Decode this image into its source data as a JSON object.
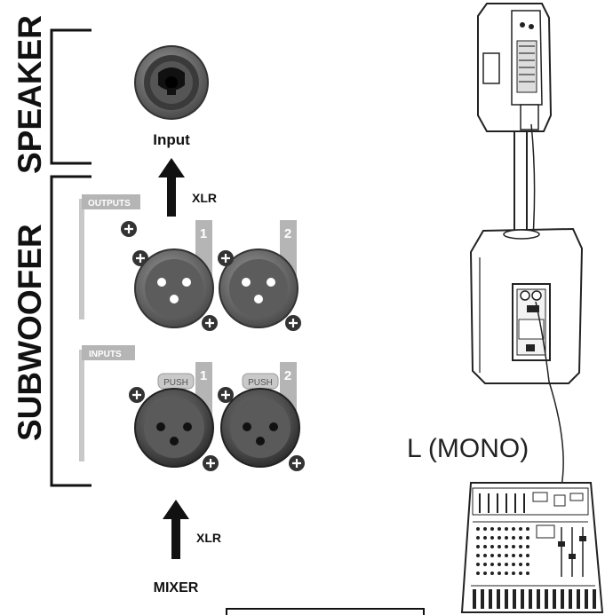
{
  "labels": {
    "speaker": "SPEAKER",
    "subwoofer": "SUBWOOFER",
    "input": "Input",
    "xlr_top": "XLR",
    "xlr_bottom": "XLR",
    "outputs": "OUTPUTS",
    "inputs": "INPUTS",
    "out_ch1": "1",
    "out_ch2": "2",
    "in_ch1": "1",
    "in_ch2": "2",
    "push_1": "PUSH",
    "push_2": "PUSH",
    "mixer": "MIXER",
    "channel": "L (MONO)"
  },
  "colors": {
    "ink": "#111111",
    "connector_gray": "#777777",
    "label_gray": "#b5b5b5",
    "panel_white": "#ffffff"
  },
  "icons": {
    "combo_input": "combo-jack-icon",
    "xlr_male": "xlr-male-connector-icon",
    "xlr_female": "xlr-female-connector-icon",
    "screw": "screw-plus-icon",
    "arrow": "arrow-up-icon"
  }
}
